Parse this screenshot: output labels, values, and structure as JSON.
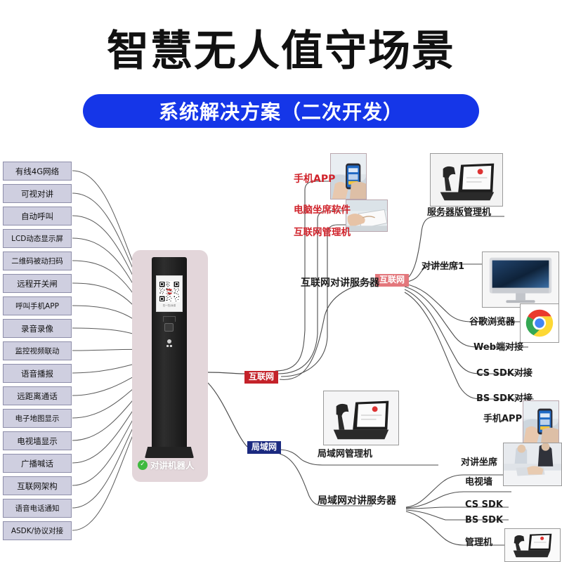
{
  "header": {
    "title": "智慧无人值守场景",
    "subtitle": "系统解决方案（二次开发）",
    "accent_blue": "#1536e8",
    "title_color": "#111111"
  },
  "device": {
    "name": "对讲机器人",
    "check_icon": "check-icon",
    "qr_caption": "扫一扫/对讲"
  },
  "left_features": [
    {
      "label": "有线4G网络"
    },
    {
      "label": "可视对讲"
    },
    {
      "label": "自动呼叫"
    },
    {
      "label": "LCD动态显示屏"
    },
    {
      "label": "二维码被动扫码"
    },
    {
      "label": "远程开关闸"
    },
    {
      "label": "呼叫手机APP"
    },
    {
      "label": "录音录像"
    },
    {
      "label": "监控视频联动"
    },
    {
      "label": "语音播报"
    },
    {
      "label": "远距离通话"
    },
    {
      "label": "电子地图显示"
    },
    {
      "label": "电视墙显示"
    },
    {
      "label": "广播喊话"
    },
    {
      "label": "互联网架构"
    },
    {
      "label": "语音电话通知"
    },
    {
      "label": "ASDK/协议对接"
    }
  ],
  "network_tags": {
    "internet_main": "互联网",
    "internet_hub": "互联网",
    "lan_main": "局域网"
  },
  "internet_branch": {
    "server": "互联网对讲服务器",
    "top_clients": [
      {
        "label": "手机APP",
        "style": "red",
        "thumb": "phone-in-hand-photo"
      },
      {
        "label": "电脑坐席软件",
        "style": "red",
        "thumb": "hands-on-laptop-photo"
      },
      {
        "label": "互联网管理机",
        "style": "red",
        "thumb": null
      }
    ],
    "right_clients": [
      {
        "label": "服务器版管理机",
        "style": "dark",
        "thumb": "desk-phone-photo"
      },
      {
        "label": "对讲坐席1",
        "style": "dark",
        "thumb": "imac-monitor-photo"
      },
      {
        "label": "谷歌浏览器",
        "style": "dark",
        "thumb": "chrome-logo"
      },
      {
        "label": "Web端对接",
        "style": "dark",
        "thumb": null
      },
      {
        "label": "CS SDK对接",
        "style": "dark",
        "thumb": null
      },
      {
        "label": "BS SDK对接",
        "style": "dark",
        "thumb": null
      },
      {
        "label": "手机APP",
        "style": "dark",
        "thumb": "phone-in-hand-photo"
      }
    ]
  },
  "lan_branch": {
    "server": "局域网对讲服务器",
    "manager": "局域网管理机",
    "manager_thumb": "desk-phone-photo",
    "clients": [
      {
        "label": "对讲坐席",
        "thumb": "office-workers-photo"
      },
      {
        "label": "电视墙",
        "thumb": null
      },
      {
        "label": "CS SDK",
        "thumb": null
      },
      {
        "label": "BS SDK",
        "thumb": null
      },
      {
        "label": "管理机",
        "thumb": "desk-phone-photo"
      }
    ]
  },
  "colors": {
    "chip_fill": "#cfcfe0",
    "chip_border": "#8e8eaa",
    "kiosk_panel": "#e3d6da",
    "label_red": "#d0232b",
    "label_dark": "#1b1b1b",
    "tag_red": "#c4222a",
    "tag_blue": "#1b2a80",
    "check_green": "#3fb93f"
  }
}
